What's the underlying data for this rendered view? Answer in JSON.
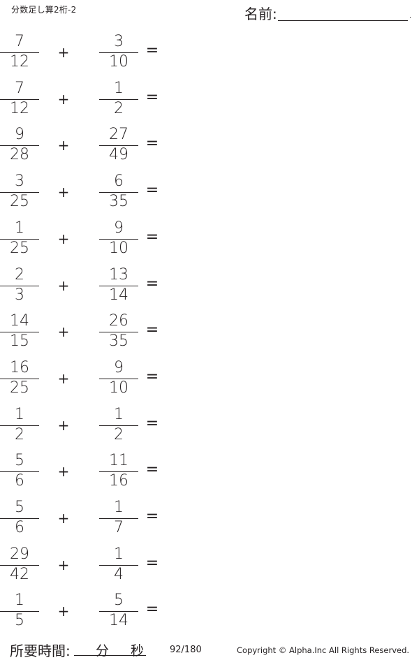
{
  "header": {
    "title": "分数足し算2桁-2",
    "name_label": "名前:",
    "name_dot": "."
  },
  "problems": [
    {
      "a_num": "7",
      "a_den": "12",
      "op": "+",
      "b_num": "3",
      "b_den": "10",
      "eq": "="
    },
    {
      "a_num": "7",
      "a_den": "12",
      "op": "+",
      "b_num": "1",
      "b_den": "2",
      "eq": "="
    },
    {
      "a_num": "9",
      "a_den": "28",
      "op": "+",
      "b_num": "27",
      "b_den": "49",
      "eq": "="
    },
    {
      "a_num": "3",
      "a_den": "25",
      "op": "+",
      "b_num": "6",
      "b_den": "35",
      "eq": "="
    },
    {
      "a_num": "1",
      "a_den": "25",
      "op": "+",
      "b_num": "9",
      "b_den": "10",
      "eq": "="
    },
    {
      "a_num": "2",
      "a_den": "3",
      "op": "+",
      "b_num": "13",
      "b_den": "14",
      "eq": "="
    },
    {
      "a_num": "14",
      "a_den": "15",
      "op": "+",
      "b_num": "26",
      "b_den": "35",
      "eq": "="
    },
    {
      "a_num": "16",
      "a_den": "25",
      "op": "+",
      "b_num": "9",
      "b_den": "10",
      "eq": "="
    },
    {
      "a_num": "1",
      "a_den": "2",
      "op": "+",
      "b_num": "1",
      "b_den": "2",
      "eq": "="
    },
    {
      "a_num": "5",
      "a_den": "6",
      "op": "+",
      "b_num": "11",
      "b_den": "16",
      "eq": "="
    },
    {
      "a_num": "5",
      "a_den": "6",
      "op": "+",
      "b_num": "1",
      "b_den": "7",
      "eq": "="
    },
    {
      "a_num": "29",
      "a_den": "42",
      "op": "+",
      "b_num": "1",
      "b_den": "4",
      "eq": "="
    },
    {
      "a_num": "1",
      "a_den": "5",
      "op": "+",
      "b_num": "5",
      "b_den": "14",
      "eq": "="
    }
  ],
  "footer": {
    "time_label": "所要時間:",
    "minutes_label": "分",
    "seconds_label": "秒",
    "page_number": "92/180",
    "copyright": "Copyright ©  Alpha.Inc All Rights Reserved."
  }
}
